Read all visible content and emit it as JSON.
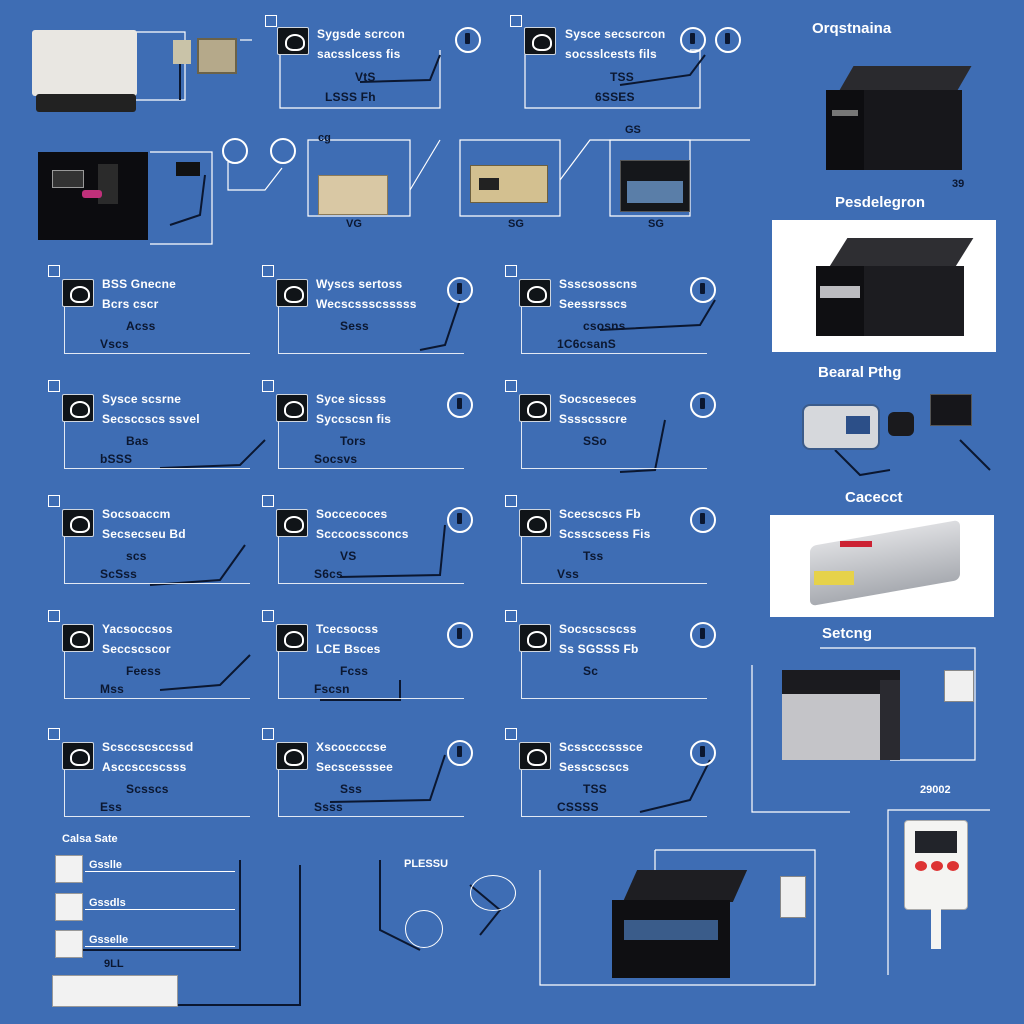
{
  "headings": {
    "top_right": "Orqstnaina",
    "right_2": "Pesdelegron",
    "right_3": "Bearal Pthg",
    "right_4": "Cacecct",
    "right_5": "Setcng",
    "right_6": "29002",
    "bottom_left": "Calsa Sate",
    "bottom_mid": "PLESSU",
    "bottom_small": "9LL"
  },
  "top_row": {
    "cell1": {
      "line1": "Sygsde scrcon",
      "line2": "sacsslcess fis",
      "line3": "VtS",
      "line4": "LSSS Fh"
    },
    "cell2": {
      "line1": "Sysce secscrcon",
      "line2": "socsslcests fils",
      "line3": "TSS",
      "line4": "6SSES"
    }
  },
  "device_row": {
    "label_a": "VG",
    "label_b": "SG",
    "label_c": "SG",
    "label_d": "cg",
    "label_e": "GS"
  },
  "grid": [
    {
      "line1": "BSS Gnecne",
      "line2": "Bcrs cscr",
      "line3": "Acss",
      "line4": "Vscs"
    },
    {
      "line1": "Wyscs sertoss",
      "line2": "Wecscssscsssss",
      "line3": "Sess",
      "line4": ""
    },
    {
      "line1": "Ssscsosscns",
      "line2": "Seessrsscs",
      "line3": "csosns",
      "line4": "1C6csanS"
    },
    {
      "line1": "Sysce scsrne",
      "line2": "Secsccscs ssvel",
      "line3": "Bas",
      "line4": "bSSS"
    },
    {
      "line1": "Syce sicsss",
      "line2": "Syccscsn fis",
      "line3": "Tors",
      "line4": "Socsvs"
    },
    {
      "line1": "Socsceseces",
      "line2": "Sssscsscre",
      "line3": "SSo",
      "line4": ""
    },
    {
      "line1": "Socsoaccm",
      "line2": "Secsecseu Bd",
      "line3": "scs",
      "line4": "ScSss"
    },
    {
      "line1": "Soccecoces",
      "line2": "Scccocssconcs",
      "line3": "VS",
      "line4": "S6cs"
    },
    {
      "line1": "Scecscscs Fb",
      "line2": "Scsscscess Fis",
      "line3": "Tss",
      "line4": "Vss"
    },
    {
      "line1": "Yacsoccsos",
      "line2": "Seccscscor",
      "line3": "Feess",
      "line4": "Mss"
    },
    {
      "line1": "Tcecsocss",
      "line2": "LCE Bsces",
      "line3": "Fcss",
      "line4": "Fscsn"
    },
    {
      "line1": "Socscscscss",
      "line2": "Ss SGSSS Fb",
      "line3": "Sc",
      "line4": ""
    },
    {
      "line1": "Scsccscsccssd",
      "line2": "Asccsccscsss",
      "line3": "Scsscs",
      "line4": "Ess"
    },
    {
      "line1": "Xscoccccse",
      "line2": "Secscesssee",
      "line3": "Sss",
      "line4": "Ssss"
    },
    {
      "line1": "Scsscccsssce",
      "line2": "Sesscscscs",
      "line3": "TSS",
      "line4": "CSSSS"
    }
  ],
  "cable_rows": [
    "Gsslle",
    "Gssdls",
    "Gsselle"
  ],
  "colors": {
    "background": "#3e6db4",
    "lines": "#ffffff",
    "ink": "#0b1730"
  }
}
